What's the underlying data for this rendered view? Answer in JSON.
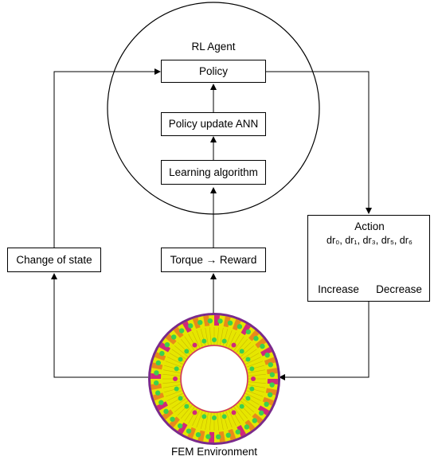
{
  "agent": {
    "title": "RL Agent",
    "policy": "Policy",
    "policy_update": "Policy update ANN",
    "learning": "Learning algorithm"
  },
  "reward_box": "Torque → Reward",
  "state_box": "Change of state",
  "action": {
    "title": "Action",
    "params": "dr₀, dr₁, dr₃, dr₅, dr₆",
    "increase": "Increase",
    "decrease": "Decrease"
  },
  "environment": {
    "label": "FEM Environment",
    "ring_colors": {
      "outer_rim": "#7a2a8c",
      "magenta": "#d0287a",
      "orange": "#e88a1a",
      "yellow": "#e6e600",
      "green": "#3ccf4e"
    }
  }
}
